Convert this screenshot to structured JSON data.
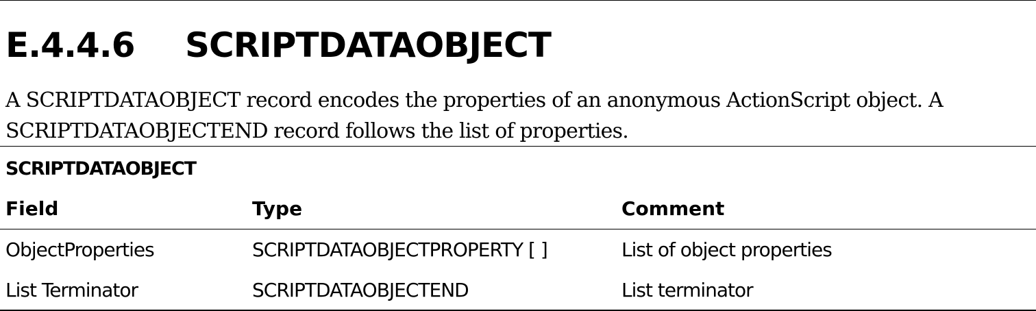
{
  "section": {
    "number": "E.4.4.6",
    "title": "SCRIPTDATAOBJECT"
  },
  "intro": {
    "line1": "A SCRIPTDATAOBJECT record encodes the properties of an anonymous ActionScript object. A",
    "line2": "SCRIPTDATAOBJECTEND record follows the list of properties."
  },
  "table": {
    "caption": "SCRIPTDATAOBJECT",
    "columns": [
      "Field",
      "Type",
      "Comment"
    ],
    "rows": [
      {
        "field": "ObjectProperties",
        "type": "SCRIPTDATAOBJECTPROPERTY [ ]",
        "comment": "List of object properties"
      },
      {
        "field": "List Terminator",
        "type": "SCRIPTDATAOBJECTEND",
        "comment": "List terminator"
      }
    ]
  }
}
